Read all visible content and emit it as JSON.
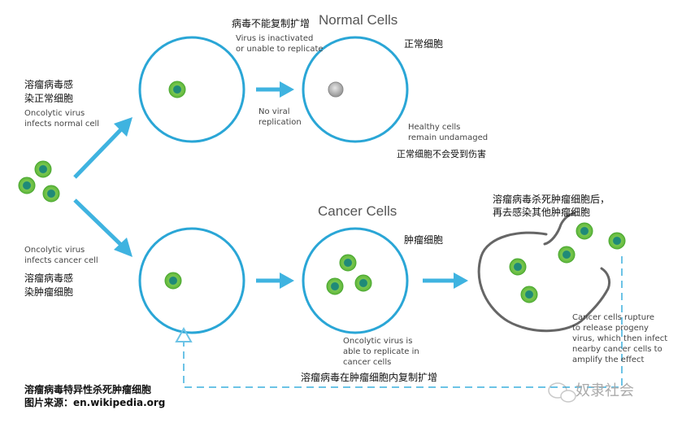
{
  "titles": {
    "normal_cells": "Normal Cells",
    "cancer_cells": "Cancer Cells"
  },
  "labels": {
    "left_top_zh_1": "溶瘤病毒感",
    "left_top_zh_2": "染正常细胞",
    "left_top_en_1": "Oncolytic virus",
    "left_top_en_2": "infects normal cell",
    "left_bottom_en_1": "Oncolytic virus",
    "left_bottom_en_2": "infects cancer cell",
    "left_bottom_zh_1": "溶瘤病毒感",
    "left_bottom_zh_2": "染肿瘤细胞",
    "top_mid_zh": "病毒不能复制扩增",
    "top_mid_en_1": "Virus is inactivated",
    "top_mid_en_2": "or unable to replicate",
    "no_viral_1": "No viral",
    "no_viral_2": "replication",
    "normal_zh": "正常细胞",
    "healthy_1": "Healthy cells",
    "healthy_2": "remain undamaged",
    "healthy_zh": "正常细胞不会受到伤害",
    "tumor_zh": "肿瘤细胞",
    "right_zh_1": "溶瘤病毒杀死肿瘤细胞后，",
    "right_zh_2": "再去感染其他肿瘤细胞",
    "replicate_en_1": "Oncolytic virus is",
    "replicate_en_2": "able to replicate in",
    "replicate_en_3": "cancer cells",
    "replicate_zh": "溶瘤病毒在肿瘤细胞内复制扩增",
    "rupture_1": "Cancer cells rupture",
    "rupture_2": "to release progeny",
    "rupture_3": "virus, which then infect",
    "rupture_4": "nearby cancer cells to",
    "rupture_5": "amplify the effect",
    "footer_1": "溶瘤病毒特异性杀死肿瘤细胞",
    "footer_2": "图片来源：en.wikipedia.org",
    "watermark": "奴隶社会"
  },
  "colors": {
    "cell_outline": "#2aa6d6",
    "arrow": "#3fb3e0",
    "virus_fill": "#6dbf45",
    "virus_core": "#1f8a78",
    "ruptured": "#666666",
    "inactive_virus": "#999999"
  },
  "icons": {
    "watermark_icon": "wechat-icon"
  }
}
